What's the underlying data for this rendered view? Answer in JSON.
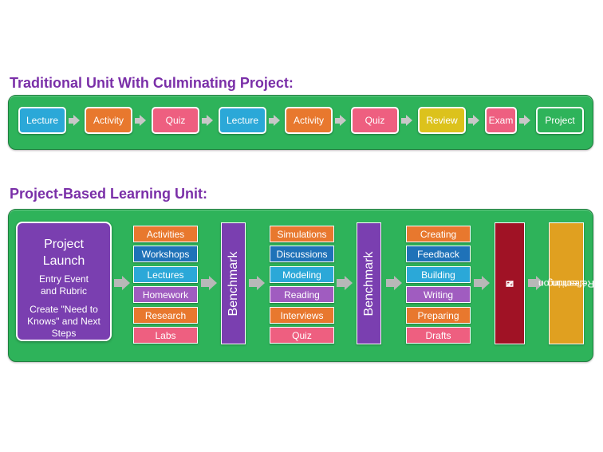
{
  "traditional": {
    "heading": "Traditional Unit With Culminating Project:",
    "steps": [
      {
        "label": "Lecture",
        "color": "#2ba8d8"
      },
      {
        "label": "Activity",
        "color": "#e8782e"
      },
      {
        "label": "Quiz",
        "color": "#ee5f80"
      },
      {
        "label": "Lecture",
        "color": "#2ba8d8"
      },
      {
        "label": "Activity",
        "color": "#e8782e"
      },
      {
        "label": "Quiz",
        "color": "#ee5f80"
      },
      {
        "label": "Review",
        "color": "#dcc21c"
      },
      {
        "label": "Exam",
        "color": "#ee5f80"
      },
      {
        "label": "Project",
        "color": "#2eb35a"
      }
    ]
  },
  "pbl": {
    "heading": "Project-Based Learning Unit:",
    "launch": {
      "title_line1": "Project",
      "title_line2": "Launch",
      "entry_line1": "Entry Event",
      "entry_line2": "and Rubric",
      "create_line1": "Create \"Need to",
      "create_line2": "Knows\" and Next",
      "create_line3": "Steps"
    },
    "group1": [
      "Activities",
      "Workshops",
      "Lectures",
      "Homework",
      "Research",
      "Labs"
    ],
    "group2": [
      "Simulations",
      "Discussions",
      "Modeling",
      "Reading",
      "Interviews",
      "Quiz"
    ],
    "group3": [
      "Creating",
      "Feedback",
      "Building",
      "Writing",
      "Preparing",
      "Drafts"
    ],
    "benchmark_label": "Benchmark",
    "present_label": "PRESENT",
    "reflection_line1": "Reflection on",
    "reflection_line2": "Learning"
  },
  "colors": {
    "orange": "#e8782e",
    "blue": "#1f72b8",
    "cyan": "#2ba8d8",
    "purple": "#a05cc0",
    "pink": "#ee5f80",
    "benchmark": "#7a3fb0",
    "present": "#a01225",
    "reflection": "#e0a020",
    "panel": "#2eb35a",
    "heading": "#7a2fa8"
  }
}
